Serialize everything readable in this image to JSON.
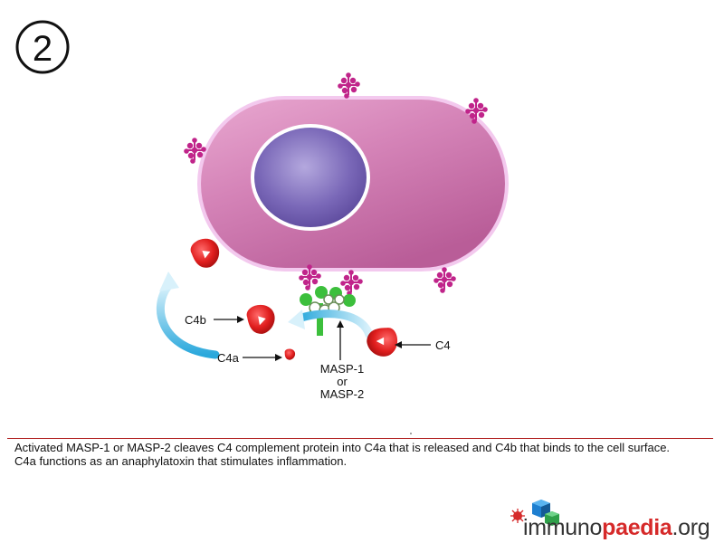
{
  "step": {
    "number": "2"
  },
  "labels": {
    "c4b": "C4b",
    "c4a": "C4a",
    "c4": "C4",
    "masp_line1": "MASP-1",
    "masp_line2": "or",
    "masp_line3": "MASP-2"
  },
  "caption": {
    "line1": "Activated MASP-1 or MASP-2 cleaves C4 complement protein into C4a that is released and C4b that binds to the cell surface.",
    "line2": "C4a functions as an anaphylatoxin that stimulates inflammation."
  },
  "logo": {
    "part1": "immuno",
    "part2": "paedia",
    "part3": ".org"
  },
  "colors": {
    "cell_fill": "#d98cbc",
    "cell_border": "#f2c6ec",
    "nucleus": "#7a68b8",
    "carbohydrate": "#c0248a",
    "c4_protein": "#e02424",
    "mbl_green": "#3cbf3c",
    "arrow_blue": "#4fb8e0",
    "accent_red": "#d62a2a"
  }
}
